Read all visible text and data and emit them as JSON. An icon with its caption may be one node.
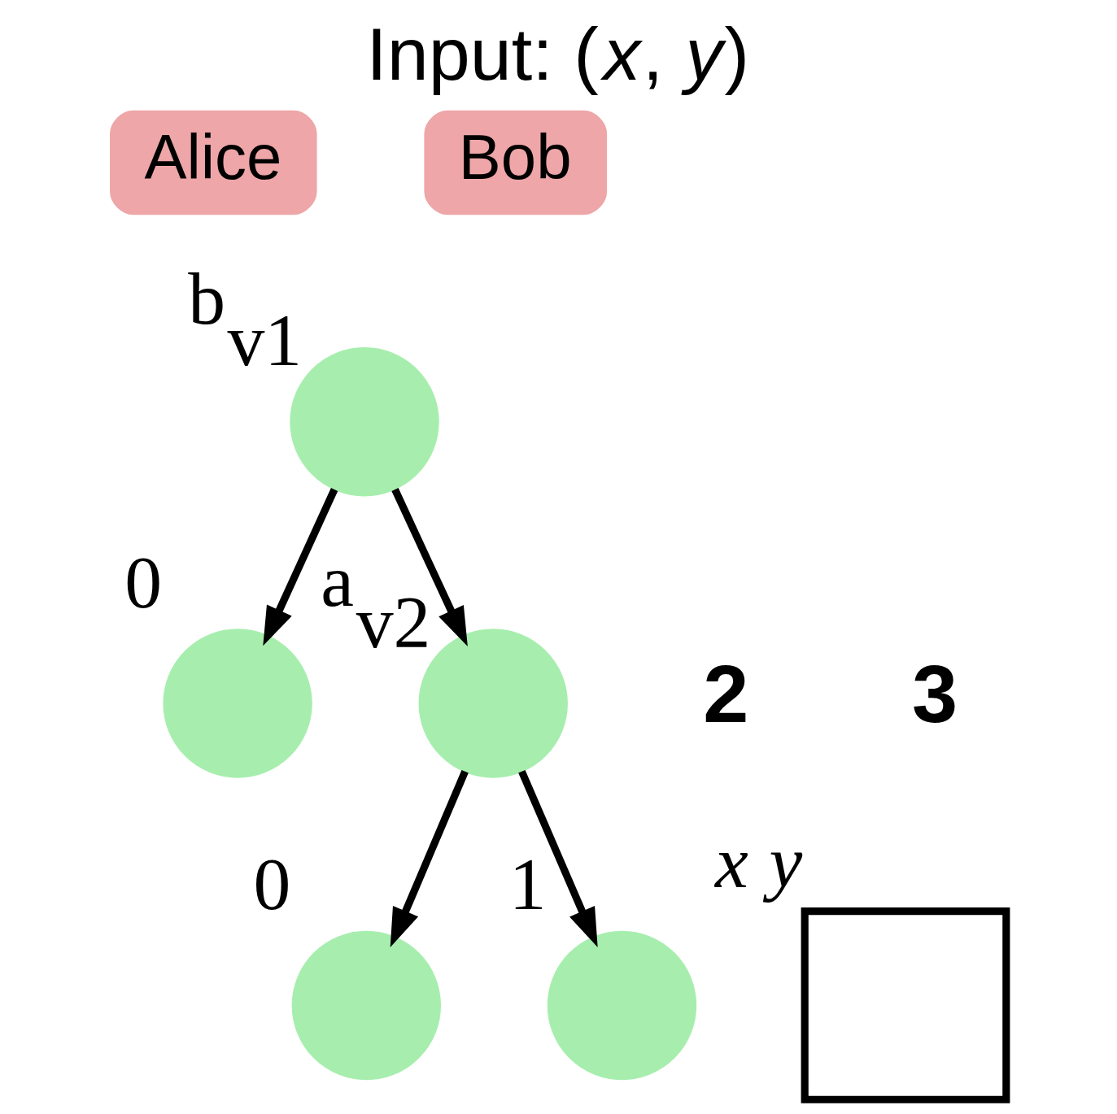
{
  "diagram": {
    "title": "Input: (*x*, *y*)",
    "nodes": [
      {
        "text": [
          "Alice"
        ]
      },
      {
        "text": [
          "Bob"
        ]
      },
      {
        "text": [],
        "shape": "circle",
        "beside": [
          "b$_{v1}$"
        ]
      },
      {
        "text": [],
        "shape": "circle",
        "beside": [
          "0"
        ]
      },
      {
        "text": [],
        "shape": "circle",
        "beside": [
          "a$_{v2}$"
        ]
      },
      {
        "text": [],
        "shape": "circle",
        "beside": [
          "0"
        ]
      },
      {
        "text": [],
        "shape": "circle",
        "beside": [
          "1"
        ]
      },
      {
        "text": [],
        "shape": "box",
        "beside": [
          "*x*",
          "*y*"
        ]
      }
    ],
    "edges": [
      {
        "from": 2,
        "to": 3,
        "arrow": "to"
      },
      {
        "from": 2,
        "to": 4,
        "arrow": "to"
      },
      {
        "from": 4,
        "to": 5,
        "arrow": "to"
      },
      {
        "from": 4,
        "to": 6,
        "arrow": "to"
      }
    ],
    "labels": [
      "2",
      "3"
    ]
  }
}
